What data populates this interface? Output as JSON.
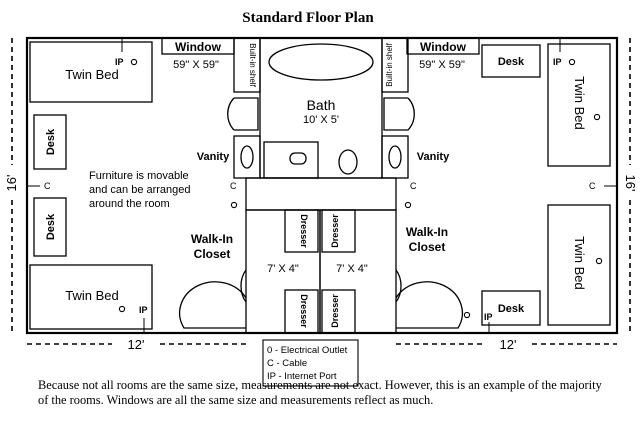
{
  "title": "Standard Floor Plan",
  "window_label": "Window",
  "window_size": "59\" X 59\"",
  "shelf_label": "Built-in shelf",
  "bath": {
    "label": "Bath",
    "size": "10' X 5'"
  },
  "vanity_label": "Vanity",
  "twin_bed_label": "Twin Bed",
  "desk_label": "Desk",
  "dresser_label": "Dresser",
  "closet": {
    "label_line1": "Walk-In",
    "label_line2": "Closet",
    "size": "7' X 4\""
  },
  "furniture_note": [
    "Furniture is movable",
    "and can be arranged",
    "around the room"
  ],
  "dimensions": {
    "height": "16'",
    "width": "12'"
  },
  "outlet_codes": {
    "electrical": "O",
    "cable": "C",
    "internet": "IP"
  },
  "legend": [
    "0 - Electrical Outlet",
    "C - Cable",
    "IP - Internet Port"
  ],
  "caption": "Because not all rooms are the same size, measurements are not exact. However, this is an example of the majority of the rooms. Windows are all the same size and measurements reflect as much."
}
